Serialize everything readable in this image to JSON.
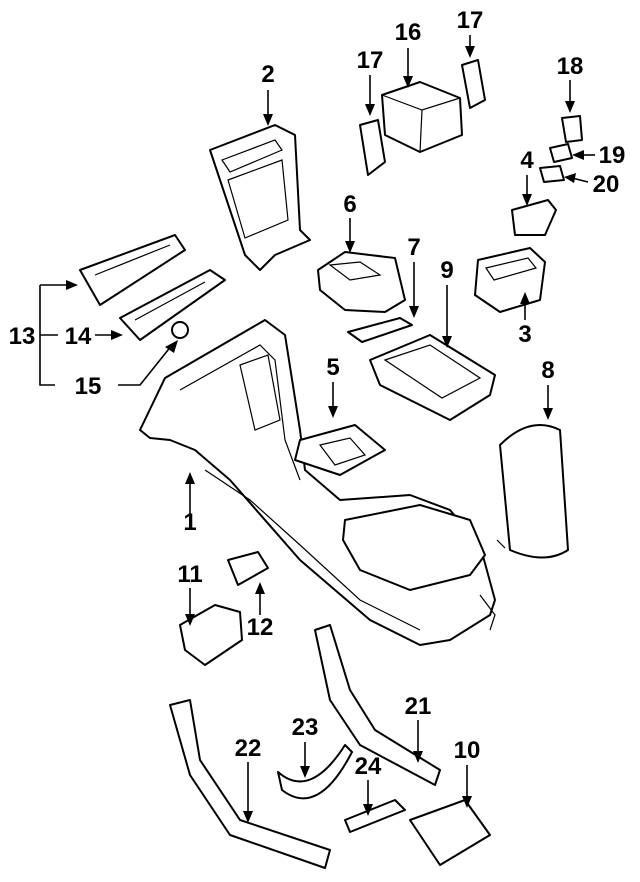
{
  "callouts": [
    {
      "id": "c1",
      "label": "1"
    },
    {
      "id": "c2",
      "label": "2"
    },
    {
      "id": "c3",
      "label": "3"
    },
    {
      "id": "c4",
      "label": "4"
    },
    {
      "id": "c5",
      "label": "5"
    },
    {
      "id": "c6",
      "label": "6"
    },
    {
      "id": "c7",
      "label": "7"
    },
    {
      "id": "c8",
      "label": "8"
    },
    {
      "id": "c9",
      "label": "9"
    },
    {
      "id": "c10",
      "label": "10"
    },
    {
      "id": "c11",
      "label": "11"
    },
    {
      "id": "c12",
      "label": "12"
    },
    {
      "id": "c13",
      "label": "13"
    },
    {
      "id": "c14",
      "label": "14"
    },
    {
      "id": "c15",
      "label": "15"
    },
    {
      "id": "c16",
      "label": "16"
    },
    {
      "id": "c17a",
      "label": "17"
    },
    {
      "id": "c17b",
      "label": "17"
    },
    {
      "id": "c18",
      "label": "18"
    },
    {
      "id": "c19",
      "label": "19"
    },
    {
      "id": "c20",
      "label": "20"
    },
    {
      "id": "c21",
      "label": "21"
    },
    {
      "id": "c22",
      "label": "22"
    },
    {
      "id": "c23",
      "label": "23"
    },
    {
      "id": "c24",
      "label": "24"
    }
  ]
}
